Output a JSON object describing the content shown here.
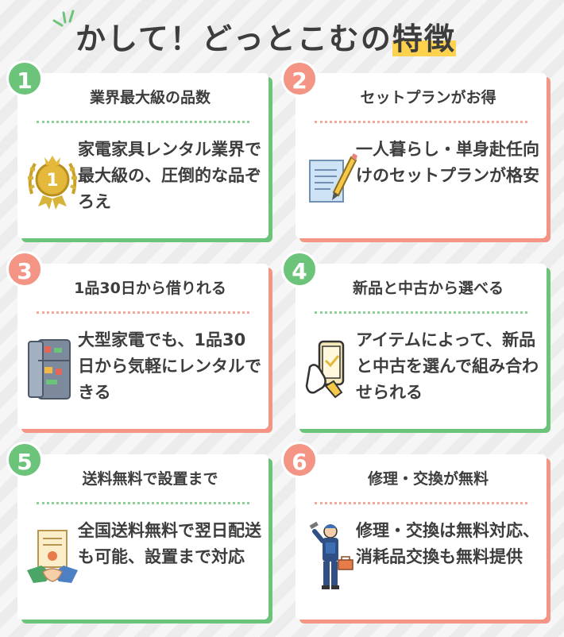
{
  "title": {
    "main": "かして！どっとこむの",
    "highlight": "特徴"
  },
  "colors": {
    "green": "#6cc47a",
    "coral": "#f39484",
    "highlight": "#ffd24d"
  },
  "features": [
    {
      "number": "1",
      "title": "業界最大級の品数",
      "text": "家電家具レンタル業界で最大級の、圧倒的な品ぞろえ",
      "icon": "gold-medal-icon",
      "accent": "green"
    },
    {
      "number": "2",
      "title": "セットプランがお得",
      "text": "一人暮らし・単身赴任向けのセットプランが格安",
      "icon": "document-pencil-icon",
      "accent": "coral"
    },
    {
      "number": "3",
      "title": "1品30日から借りれる",
      "text": "大型家電でも、1品30日から気軽にレンタルできる",
      "icon": "refrigerator-icon",
      "accent": "coral"
    },
    {
      "number": "4",
      "title": "新品と中古から選べる",
      "text": "アイテムによって、新品と中古を選んで組み合わせられる",
      "icon": "smartphone-hand-icon",
      "accent": "green"
    },
    {
      "number": "5",
      "title": "送料無料で設置まで",
      "text": "全国送料無料で翌日配送も可能、設置まで対応",
      "icon": "handshake-contract-icon",
      "accent": "green"
    },
    {
      "number": "6",
      "title": "修理・交換が無料",
      "text": "修理・交換は無料対応、消耗品交換も無料提供",
      "icon": "repair-worker-icon",
      "accent": "coral"
    }
  ]
}
